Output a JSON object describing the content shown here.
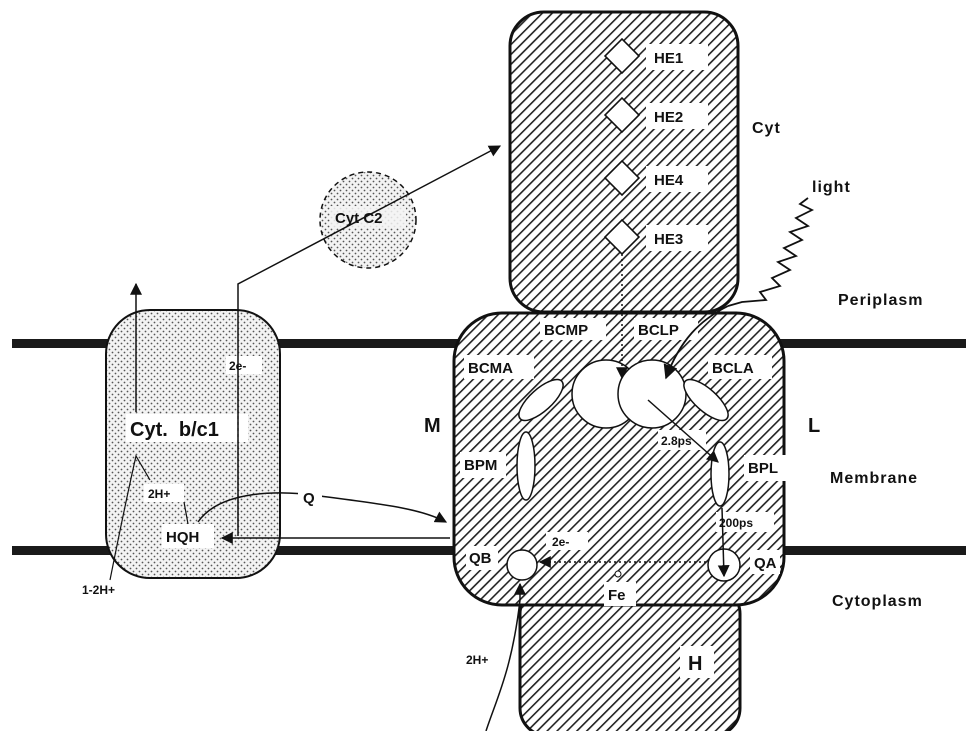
{
  "cytochrome": {
    "hemes": [
      "HE1",
      "HE2",
      "HE4",
      "HE3"
    ],
    "label": "Cyt"
  },
  "light": "light",
  "regions": {
    "periplasm": "Periplasm",
    "membrane": "Membrane",
    "cytoplasm": "Cytoplasm"
  },
  "reaction_center": {
    "bcmp": "BCMP",
    "bclp": "BCLP",
    "bcma": "BCMA",
    "bcla": "BCLA",
    "bpm": "BPM",
    "bpl": "BPL",
    "qb": "QB",
    "qa": "QA",
    "fe": "Fe",
    "m_side": "M",
    "l_side": "L",
    "t_28ps": "2.8ps",
    "t_200ps": "200ps",
    "electron_transfer": "2e-"
  },
  "h_subunit": "H",
  "cyt_c2": "Cyt C2",
  "bc1": {
    "label": "Cyt.  b/c1",
    "hqh": "HQH",
    "protons": "2H+",
    "electrons": "2e-",
    "released_protons": "1-2H+"
  },
  "quinone": "Q",
  "uptake_protons": "2H+",
  "colors": {
    "stroke": "#111111",
    "membrane_band": "#1a1a1a",
    "background": "#ffffff",
    "label_box": "#ffffff"
  }
}
